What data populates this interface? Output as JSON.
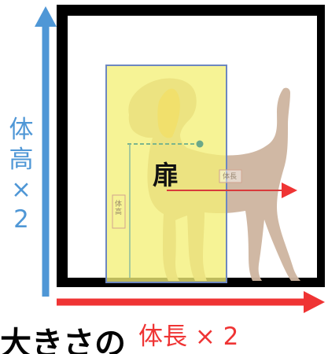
{
  "diagram": {
    "vertical_label_chars": [
      "体",
      "高",
      "×",
      "2"
    ],
    "door_label": "扉",
    "width_label": "体長 × 2",
    "dog_height_tag": "体高",
    "dog_length_tag": "体長",
    "bottom_text": "大きさの"
  },
  "colors": {
    "height_arrow": "#4f97d6",
    "width_arrow": "#ef3434",
    "frame": "#000000",
    "door_fill": "#f4ef77",
    "door_border": "#6d87c0",
    "dog": "#cdb49f"
  }
}
